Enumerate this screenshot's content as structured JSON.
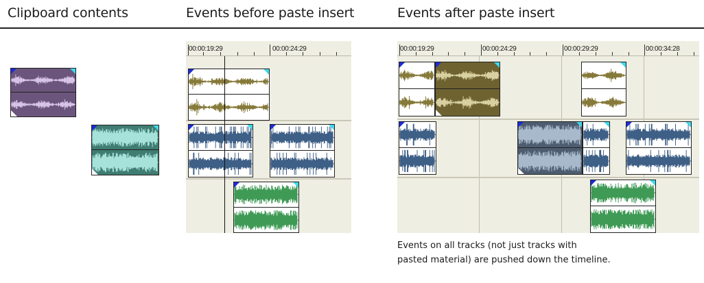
{
  "headings": {
    "clipboard": "Clipboard contents",
    "before": "Events before paste insert",
    "after": "Events after paste insert"
  },
  "before_ruler": [
    "00:00:19:29",
    "00:00:24:29"
  ],
  "after_ruler": [
    "00:00:19:29",
    "00:00:24:29",
    "00:00:29:29",
    "00:00:34:28"
  ],
  "caption": {
    "line1": "Events on all tracks (not just tracks with",
    "line2": "pasted material) are pushed down the timeline."
  },
  "colors": {
    "purple_event": "#6b557c",
    "purple_wave": "#d6c3e6",
    "teal_event": "#3f7c72",
    "teal_wave": "#a6e2d9",
    "olive_wave": "#867a3a",
    "olive_event": "#6e6230",
    "olive_event_wave": "#d8d0a0",
    "blue_wave": "#3e5f86",
    "slate_event": "#4e5d70",
    "slate_event_wave": "#a9b9cc",
    "green_wave": "#3f9a55",
    "white_event": "#ffffff",
    "fade_left": "#1d2bd6",
    "fade_right": "#3fd8ec"
  }
}
